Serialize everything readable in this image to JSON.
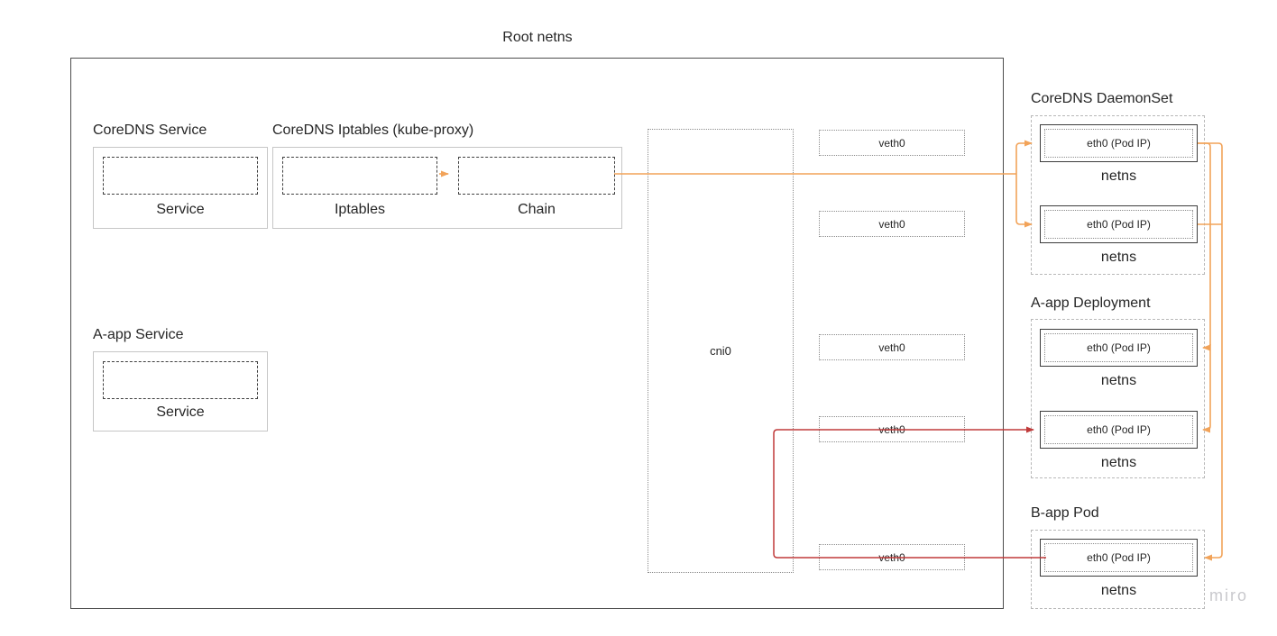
{
  "root": {
    "title": "Root netns"
  },
  "colors": {
    "orange": "#F2A359",
    "red": "#C03A3A"
  },
  "coredns_service": {
    "label": "CoreDNS Service",
    "box_caption": "Service"
  },
  "coredns_iptables": {
    "label": "CoreDNS Iptables (kube-proxy)",
    "iptables_caption": "Iptables",
    "chain_caption": "Chain"
  },
  "aapp_service": {
    "label": "A-app Service",
    "box_caption": "Service"
  },
  "bridge": {
    "label": "cni0"
  },
  "veths": [
    {
      "label": "veth0"
    },
    {
      "label": "veth0"
    },
    {
      "label": "veth0"
    },
    {
      "label": "veth0"
    },
    {
      "label": "veth0"
    }
  ],
  "pod_groups": [
    {
      "label": "CoreDNS DaemonSet",
      "pods": [
        {
          "eth": "eth0 (Pod IP)",
          "netns": "netns"
        },
        {
          "eth": "eth0 (Pod IP)",
          "netns": "netns"
        }
      ]
    },
    {
      "label": "A-app Deployment",
      "pods": [
        {
          "eth": "eth0 (Pod IP)",
          "netns": "netns"
        },
        {
          "eth": "eth0 (Pod IP)",
          "netns": "netns"
        }
      ]
    },
    {
      "label": "B-app Pod",
      "pods": [
        {
          "eth": "eth0 (Pod IP)",
          "netns": "netns"
        }
      ]
    }
  ],
  "watermark": "miro"
}
